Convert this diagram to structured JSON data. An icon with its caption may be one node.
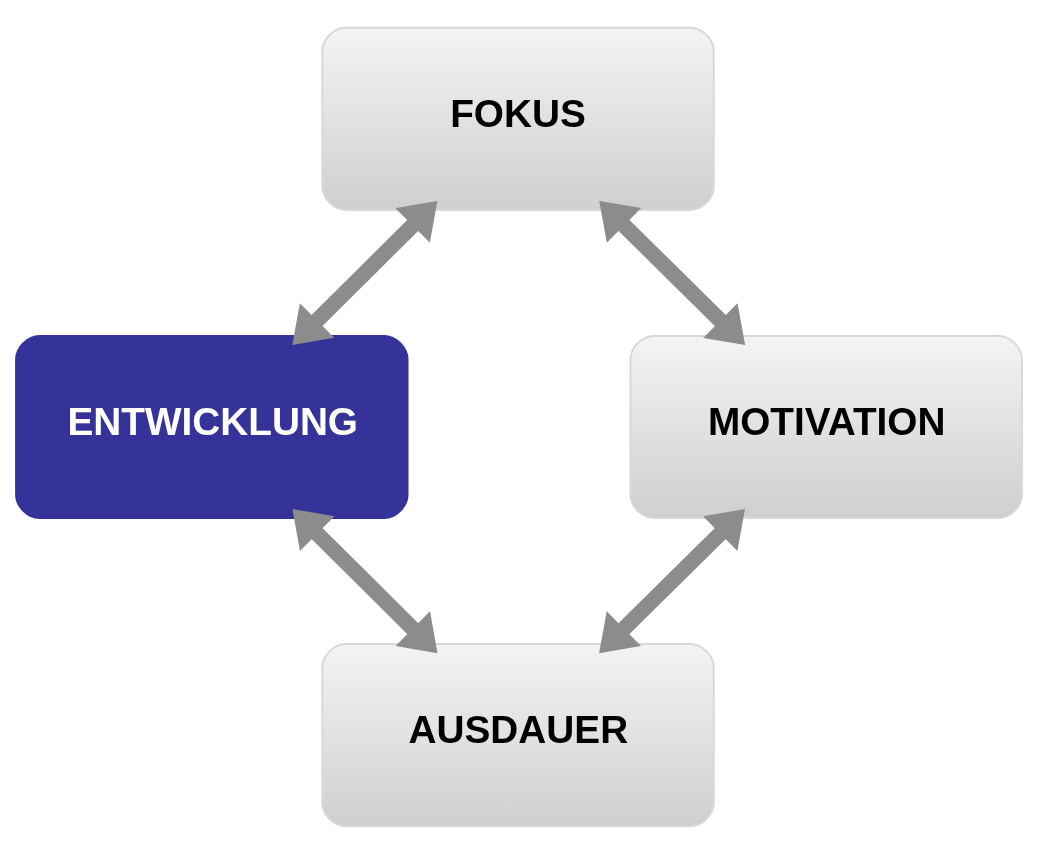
{
  "diagram": {
    "nodes": [
      {
        "text": [
          "FOKUS"
        ]
      },
      {
        "text": [
          "ENTWICKLUNG"
        ]
      },
      {
        "text": [
          "MOTIVATION"
        ]
      },
      {
        "text": [
          "AUSDAUER"
        ]
      }
    ],
    "edges": [
      {
        "from": 0,
        "to": 1,
        "arrow": "both"
      },
      {
        "from": 0,
        "to": 2,
        "arrow": "both"
      },
      {
        "from": 1,
        "to": 3,
        "arrow": "both"
      },
      {
        "from": 2,
        "to": 3,
        "arrow": "both"
      }
    ]
  }
}
